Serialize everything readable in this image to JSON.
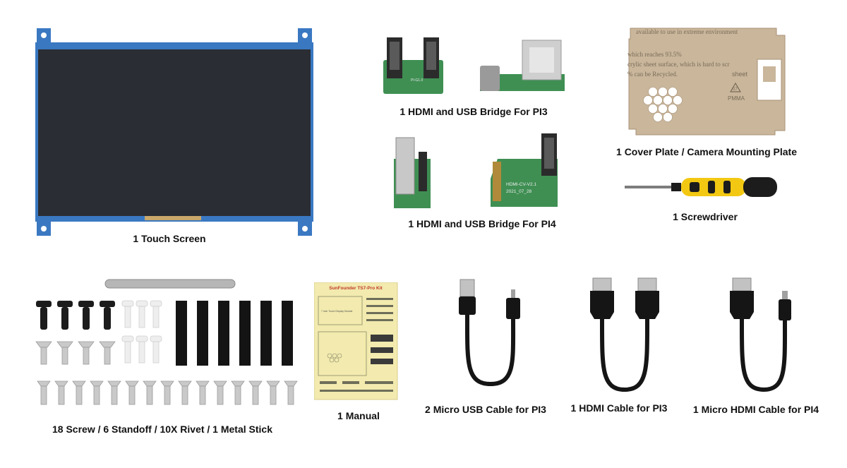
{
  "labels": {
    "touch_screen": "1 Touch Screen",
    "bridge_pi3": "1 HDMI and USB Bridge For PI3",
    "bridge_pi4": "1 HDMI and USB Bridge For PI4",
    "cover_plate": "1 Cover Plate / Camera Mounting Plate",
    "screwdriver": "1 Screwdriver",
    "hardware": "18 Screw / 6 Standoff / 10X Rivet / 1 Metal Stick",
    "manual": "1 Manual",
    "micro_usb": "2 Micro USB Cable for PI3",
    "hdmi_cable": "1 HDMI Cable for PI3",
    "micro_hdmi": "1 Micro HDMI Cable for PI4"
  },
  "print": {
    "pcb_pi3": "PI-G1.0",
    "pcb_pi4_1": "HDMI-CV-V2.1",
    "pcb_pi4_2": "2021_07_28",
    "plate_l1": "available to use in extreme environment",
    "plate_l2": "which reaches 93.5%",
    "plate_l3": "crylic sheet surface, which is hard to scr",
    "plate_l4": "% can be Recycled.",
    "plate_sheet": "sheet",
    "plate_num": "07",
    "plate_pmma": "PMMA",
    "manual_title": "SunFounder TS7-Pro Kit",
    "manual_sub": "7 inch Touch Display Module"
  },
  "colors": {
    "screen_frame": "#3a78c2",
    "screen_panel": "#2a2d33",
    "pcb_green": "#3f8f53",
    "screwdriver_yellow": "#f3c812",
    "manual_paper": "#f2eaae",
    "plate_color": "#c9b69b",
    "cable_black": "#151515"
  }
}
